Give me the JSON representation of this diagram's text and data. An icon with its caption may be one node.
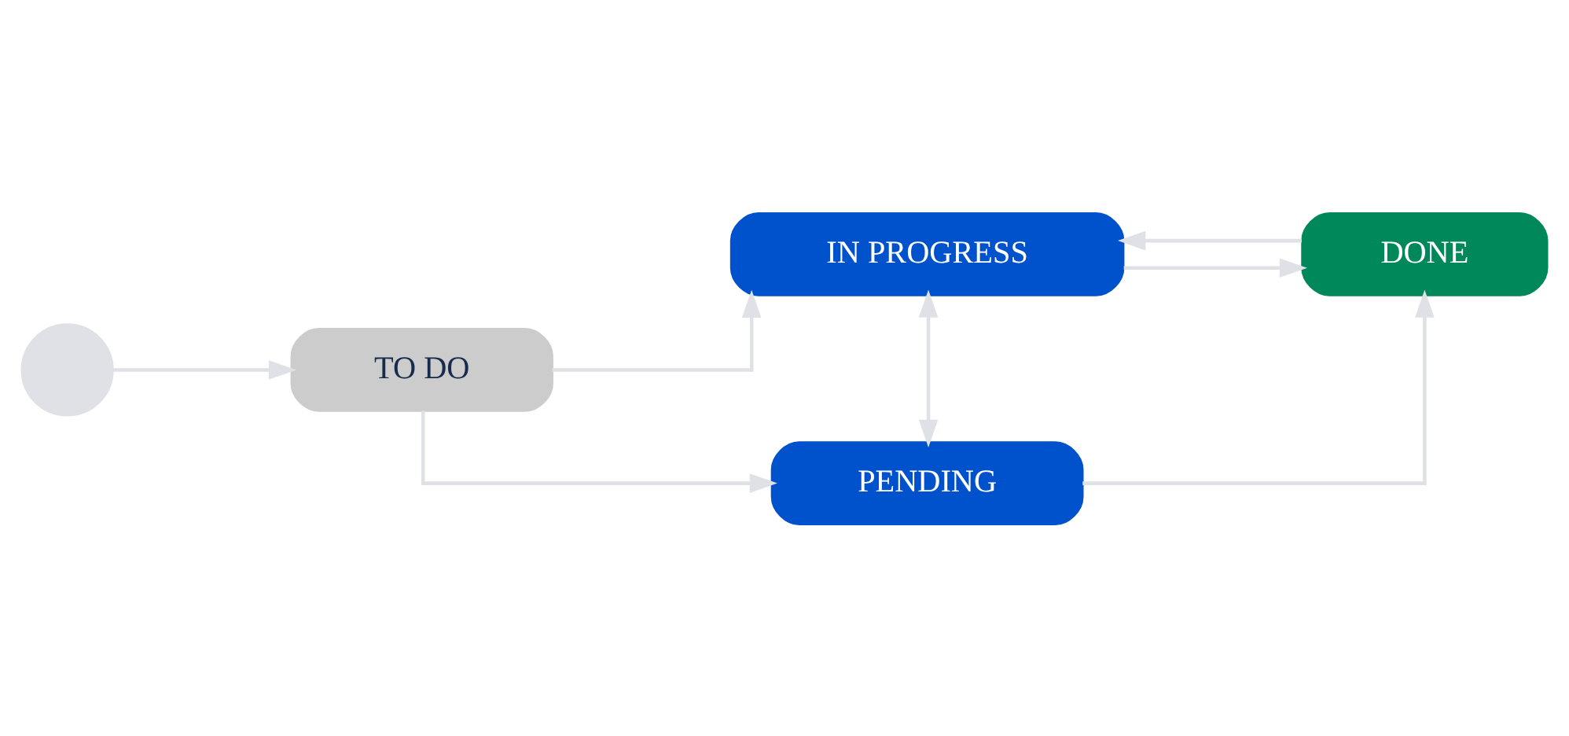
{
  "diagram": {
    "nodes": [
      {
        "text": [],
        "shape": "circle"
      },
      {
        "text": [
          "TO DO"
        ]
      },
      {
        "text": [
          "IN PROGRESS"
        ]
      },
      {
        "text": [
          "PENDING"
        ]
      },
      {
        "text": [
          "DONE"
        ]
      }
    ],
    "edges": [
      {
        "from": 0,
        "to": 1,
        "arrow": "to"
      },
      {
        "from": 1,
        "to": 2,
        "arrow": "to"
      },
      {
        "from": 1,
        "to": 3,
        "arrow": "to"
      },
      {
        "from": 2,
        "to": 3,
        "arrow": "both"
      },
      {
        "from": 2,
        "to": 4,
        "arrow": "to"
      },
      {
        "from": 4,
        "to": 2,
        "arrow": "to"
      },
      {
        "from": 3,
        "to": 4,
        "arrow": "to"
      }
    ]
  }
}
